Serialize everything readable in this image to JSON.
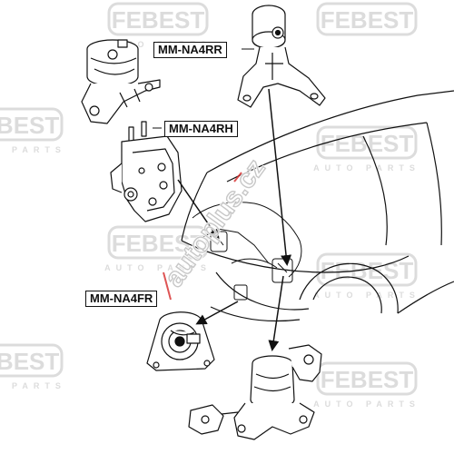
{
  "labels": {
    "rear_mount": "MM-NA4RR",
    "right_mount": "MM-NA4RH",
    "front_mount": "MM-NA4FR"
  },
  "watermark": {
    "brand": "FEBEST",
    "tagline": "AUTO PARTS",
    "color": "#d8d8d8"
  },
  "overlay_watermark": {
    "text": "autoplus.cz",
    "color": "#d62a2a"
  },
  "colors": {
    "ink": "#111111",
    "background": "#ffffff"
  }
}
